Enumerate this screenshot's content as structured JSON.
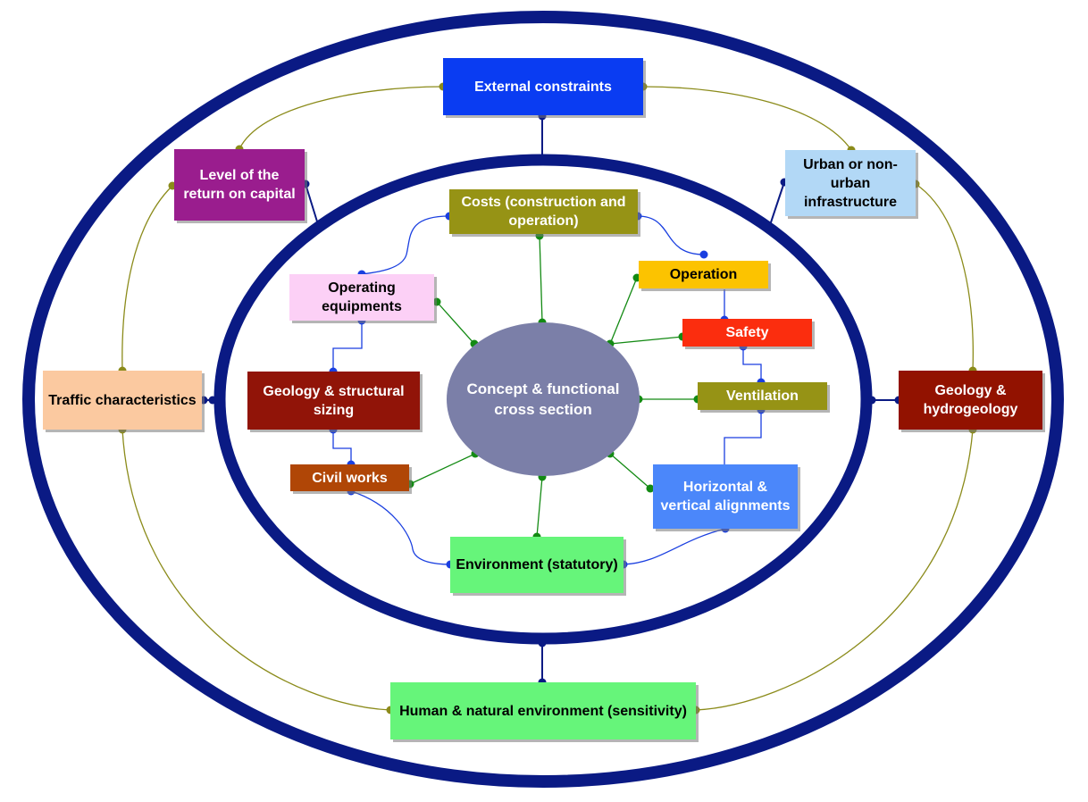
{
  "colors": {
    "ring": "#0a1a84",
    "center_fill": "#7b7fa8",
    "outer_link": "#8b8b1a",
    "inner_link": "#1a3fe0",
    "spoke_link": "#138a13"
  },
  "center": {
    "label": "Concept & functional cross section"
  },
  "outer": {
    "external_constraints": {
      "label": "External constraints",
      "color": "#0a3cf2"
    },
    "level_of_return": {
      "label": "Level of the return on capital",
      "color": "#9a1d8e"
    },
    "urban_infrastructure": {
      "label": "Urban or non-urban infrastructure",
      "color": "#b2d8f6"
    },
    "traffic_characteristics": {
      "label": "Traffic characteristics",
      "color": "#fbc9a0"
    },
    "geology_hydrogeology": {
      "label": "Geology & hydrogeology",
      "color": "#921200"
    },
    "human_natural_environment": {
      "label": "Human & natural environment (sensitivity)",
      "color": "#66f57a"
    }
  },
  "inner": {
    "costs": {
      "label": "Costs (construction and operation)",
      "color": "#969315"
    },
    "operating_equipments": {
      "label": "Operating equipments",
      "color": "#fcd0f6"
    },
    "operation": {
      "label": "Operation",
      "color": "#fcc300"
    },
    "safety": {
      "label": "Safety",
      "color": "#fb2d0e"
    },
    "geology_structural": {
      "label": "Geology & structural sizing",
      "color": "#911408"
    },
    "ventilation": {
      "label": "Ventilation",
      "color": "#969315"
    },
    "civil_works": {
      "label": "Civil works",
      "color": "#b04606"
    },
    "alignments": {
      "label": "Horizontal & vertical alignments",
      "color": "#4b87fa"
    },
    "environment_statutory": {
      "label": "Environment (statutory)",
      "color": "#66f57a"
    }
  }
}
